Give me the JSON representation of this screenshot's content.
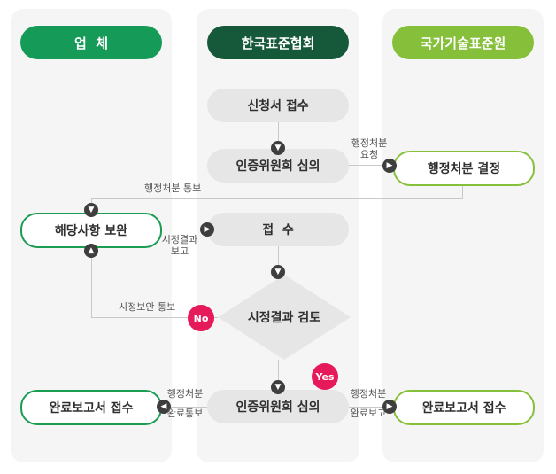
{
  "columns": {
    "company": {
      "title": "업  체",
      "color": "#169a58"
    },
    "kstandard": {
      "title": "한국표준협회",
      "color": "#16583a"
    },
    "kats": {
      "title": "국가기술표준원",
      "color": "#86c03a"
    }
  },
  "boxes": {
    "application_receipt": "신청서 접수",
    "cert_committee_review": "인증위원회 심의",
    "admin_decision": "행정처분 결정",
    "supplement": "해당사항 보완",
    "receipt": "접  수",
    "trial_review": "시정결과 검토",
    "final_committee_review": "인증위원회 심의",
    "completion_report_company": "완료보고서 접수",
    "completion_report_kats": "완료보고서 접수"
  },
  "labels": {
    "admin_request": [
      "행정처분",
      "요청"
    ],
    "admin_notice": "행정처분 통보",
    "correction_report": [
      "시정결과",
      "보고"
    ],
    "correction_notice": "시정보안 통보",
    "completion_notice_left": [
      "행정처분",
      "완료통보"
    ],
    "completion_report_right": [
      "행정처분",
      "완료보고"
    ]
  },
  "badges": {
    "no": "No",
    "yes": "Yes"
  },
  "colors": {
    "green_border": "#1a9c52",
    "lime_border": "#86c03a",
    "badge": "#e6195a"
  }
}
